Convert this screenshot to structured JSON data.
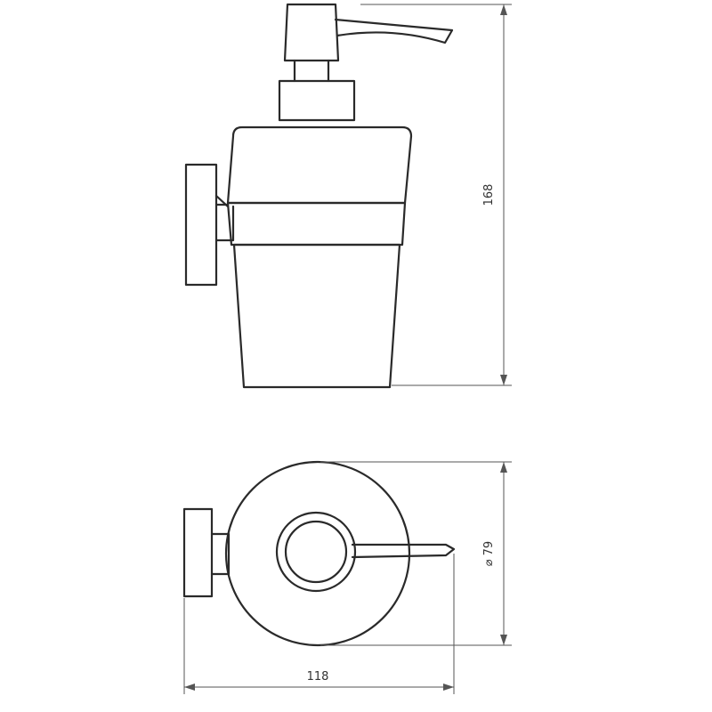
{
  "dimensions": {
    "height": "168",
    "diameter_symbol": "⌀",
    "diameter_value": "79",
    "width": "118"
  }
}
